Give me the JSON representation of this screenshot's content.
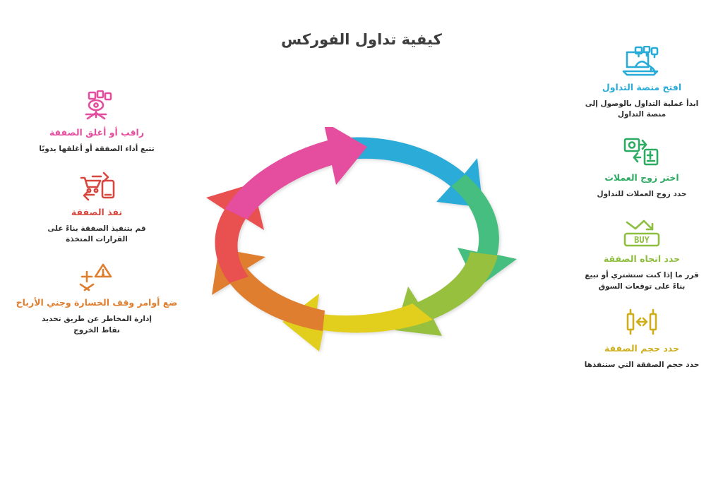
{
  "header": {
    "title": "كيفية تداول الفوركس"
  },
  "colors": {
    "blue": "#29abd8",
    "green": "#45be80",
    "olive": "#96c03c",
    "yellow": "#e2ce1b",
    "orange": "#de7e2e",
    "red": "#e8514f",
    "pink": "#e54e9e",
    "title_text": "#3d3d3d",
    "body_text": "#2f2f2f"
  },
  "right_column": {
    "steps": [
      {
        "icon": "laptop-trading-platform-icon",
        "title": "افتح منصة التداول",
        "desc": "ابدأ عملية التداول بالوصول إلى منصة التداول",
        "color": "#29abd8"
      },
      {
        "icon": "currency-pair-exchange-icon",
        "title": "اختر زوج العملات",
        "desc": "حدد زوج العملات للتداول",
        "color": "#2eab63"
      },
      {
        "icon": "buy-direction-icon",
        "title": "حدد اتجاه الصفقة",
        "desc": "قرر ما إذا كنت ستشتري أو تبيع بناءً على توقعات السوق",
        "color": "#8dbe3e",
        "icon_label": "BUY"
      },
      {
        "icon": "trade-size-candles-icon",
        "title": "حدد حجم الصفقة",
        "desc": "حدد حجم الصفقة التي ستنفذها",
        "color": "#cdae1c"
      }
    ]
  },
  "left_column": {
    "steps": [
      {
        "icon": "monitor-close-trade-icon",
        "title": "راقب أو أغلق الصفقة",
        "desc": "تتبع أداء الصفقة أو أغلقها يدويًا",
        "color": "#e54e9e"
      },
      {
        "icon": "execute-trade-cart-icon",
        "title": "نفذ الصفقة",
        "desc": "قم بتنفيذ الصفقة بناءً على القرارات المتخذة",
        "color": "#d6483f"
      },
      {
        "icon": "stop-loss-take-profit-icon",
        "title": "ضع أوامر وقف الخسارة وجني الأرباح",
        "desc": "إدارة المخاطر عن طريق تحديد نقاط الخروج",
        "color": "#de7e2e"
      }
    ]
  },
  "wheel": {
    "name": "cyclical-process-arrow-wheel",
    "segment_count": 7,
    "direction": "clockwise",
    "segments": [
      {
        "name": "segment-blue",
        "color": "#29abd8"
      },
      {
        "name": "segment-green",
        "color": "#45be80"
      },
      {
        "name": "segment-olive",
        "color": "#96c03c"
      },
      {
        "name": "segment-yellow",
        "color": "#e2ce1b"
      },
      {
        "name": "segment-orange",
        "color": "#de7e2e"
      },
      {
        "name": "segment-red",
        "color": "#e8514f"
      },
      {
        "name": "segment-pink",
        "color": "#e54e9e"
      }
    ]
  }
}
